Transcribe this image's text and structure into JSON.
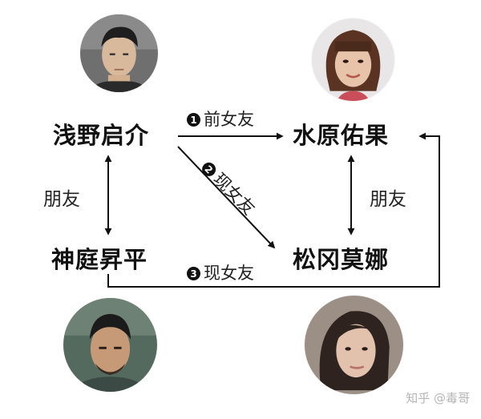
{
  "people": {
    "asano": {
      "name": "浅野启介"
    },
    "mizuhara": {
      "name": "水原佑果"
    },
    "kamiba": {
      "name": "神庭昇平"
    },
    "matsuoka": {
      "name": "松冈莫娜"
    }
  },
  "relations": {
    "left_friend": "朋友",
    "right_friend": "朋友",
    "r1": {
      "num": "1",
      "label": "前女友"
    },
    "r2": {
      "num": "2",
      "label": "现女友"
    },
    "r3": {
      "num": "3",
      "label": "现女友"
    }
  },
  "watermark": "知乎 @毒哥",
  "colors": {
    "text": "#111111",
    "arrow": "#111111",
    "badge_bg": "#111111",
    "watermark": "#b5b5b5"
  }
}
